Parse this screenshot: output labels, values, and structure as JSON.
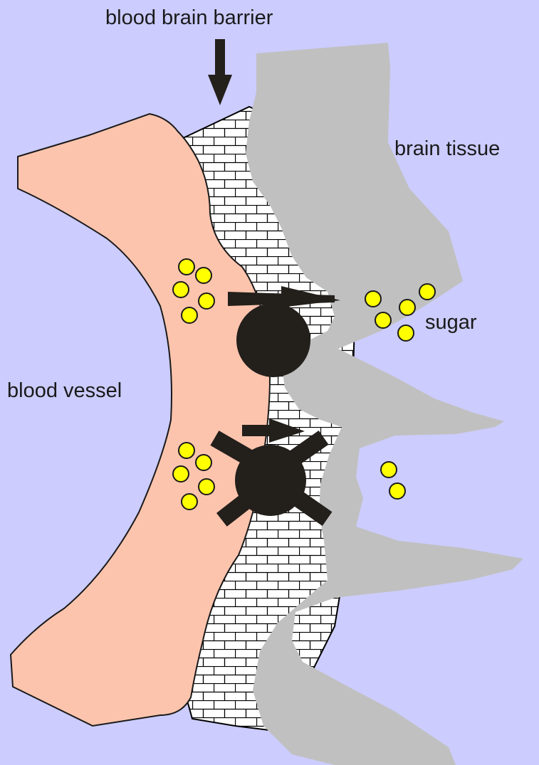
{
  "labels": {
    "barrier": "blood brain barrier",
    "tissue": "brain tissue",
    "sugar": "sugar",
    "vessel": "blood vessel"
  },
  "colors": {
    "background": "#ccccff",
    "vessel": "#fdc4ad",
    "tissue": "#c0c0c0",
    "brick_fill": "#ffffff",
    "brick_line": "#000000",
    "sugar": "#ffff00",
    "transporter": "#231f1b"
  },
  "icons": {
    "barrier_arrow": "down-arrow-icon",
    "transport_arrow": "right-arrow-icon"
  }
}
